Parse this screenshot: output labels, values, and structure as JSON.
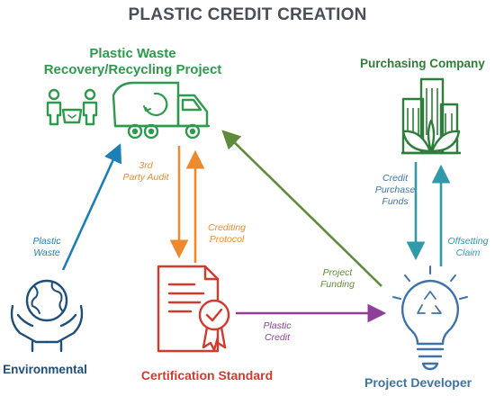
{
  "title": "PLASTIC CREDIT CREATION",
  "nodes": {
    "recycling_project": {
      "title_line1": "Plastic Waste",
      "title_line2": "Recovery/Recycling Project"
    },
    "purchasing_company": {
      "title": "Purchasing Company"
    },
    "environmental": {
      "title": "Environmental"
    },
    "certification_standard": {
      "title": "Certification Standard"
    },
    "project_developer": {
      "title": "Project Developer"
    }
  },
  "flows": {
    "third_party_audit": {
      "line1": "3rd",
      "line2": "Party Audit"
    },
    "crediting_protocol": {
      "line1": "Crediting",
      "line2": "Protocol"
    },
    "plastic_waste": {
      "line1": "Plastic",
      "line2": "Waste"
    },
    "project_funding": {
      "line1": "Project",
      "line2": "Funding"
    },
    "plastic_credit": {
      "line1": "Plastic",
      "line2": "Credit"
    },
    "credit_purchase_funds": {
      "line1": "Credit",
      "line2": "Purchase",
      "line3": "Funds"
    },
    "offsetting_claim": {
      "line1": "Offsetting",
      "line2": "Claim"
    }
  },
  "colors": {
    "recycling": "#2e9a4d",
    "purchasing": "#2f7d3a",
    "environmental": "#1f4f78",
    "certification": "#d33a2e",
    "developer": "#3f73a8",
    "orange_arrow": "#ee8a2e",
    "blue_arrow": "#1c7fb5",
    "green_arrow": "#5e8c3a",
    "purple_arrow": "#8e3f97",
    "teal_arrow": "#2f9aa9"
  }
}
